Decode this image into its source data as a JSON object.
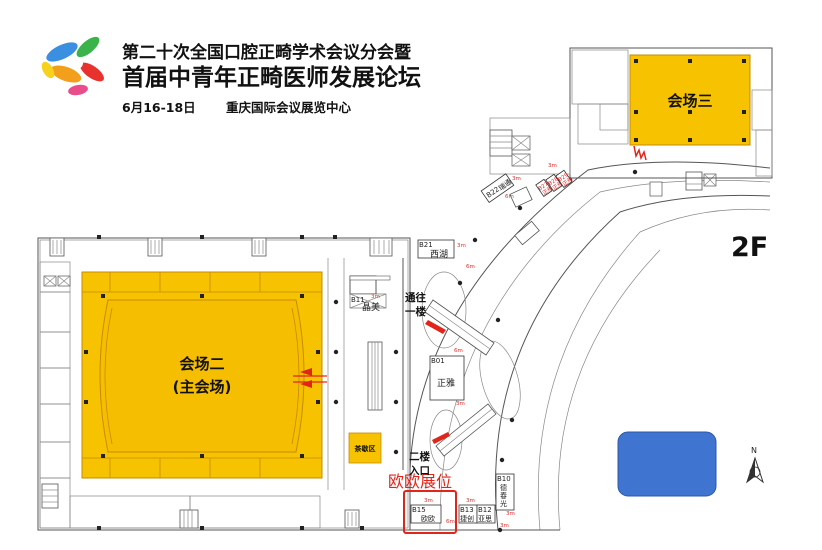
{
  "header": {
    "title_line1": "第二十次全国口腔正畸学术会议分会暨",
    "title_line2": "首届中青年正畸医师发展论坛",
    "date": "6月16-18日",
    "venue": "重庆国际会议展览中心"
  },
  "halls": {
    "hall2_line1": "会场二",
    "hall2_line2": "(主会场)",
    "hall3": "会场三"
  },
  "floor_label": "2F",
  "areas": {
    "tea_break": "茶歇区",
    "to_first_floor_line1": "通往",
    "to_first_floor_line2": "一楼",
    "second_floor_entry_line1": "二楼",
    "second_floor_entry_line2": "入口"
  },
  "booths": {
    "b01_code": "B01",
    "b01_name": "正雅",
    "b11_code": "B11",
    "b11_name": "晶美",
    "b21_code": "B21",
    "b21_name": "西湖",
    "b10_code": "B10",
    "b10_name_1": "德",
    "b10_name_2": "春",
    "b10_name_3": "光",
    "b12_code": "B12",
    "b12_name": "亚思",
    "b13_code": "B13",
    "b13_name": "捷创",
    "b15_code": "B15",
    "b15_name": "欧欧",
    "b22_code": "B22",
    "b22_name": "瑞通",
    "b27_code": "B27",
    "b27_name": "正雅",
    "b28_code": "B28",
    "b28_name": "正雅",
    "b29_code": "B29",
    "b29_name": "正雅"
  },
  "highlight_label": "欧欧展位",
  "dimension_labels": {
    "m3": "3m",
    "m6": "6m"
  },
  "compass_label": "N",
  "colors": {
    "hall": "#f7c300",
    "hall_dark": "#e6a800",
    "highlight": "#e0261b",
    "blue_zone": "#3f74d0"
  }
}
